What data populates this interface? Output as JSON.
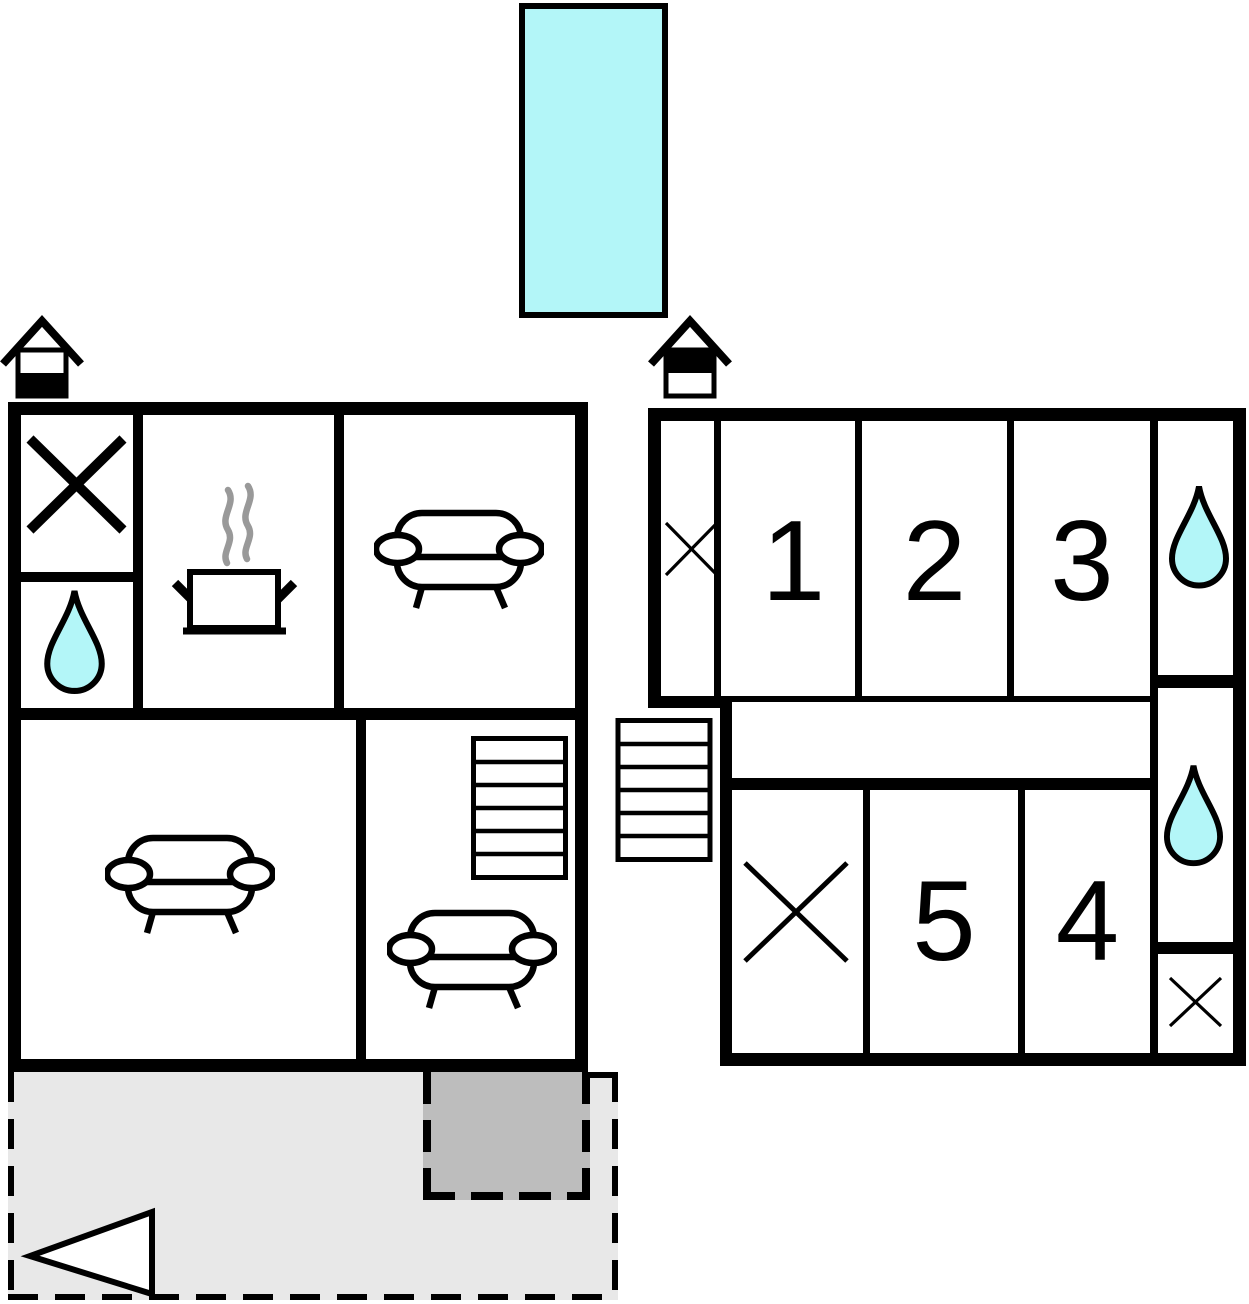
{
  "title": "Holiday home floor plan",
  "colors": {
    "wall": "#000000",
    "water": "#b3f6f8",
    "terrace": "#e8e8e8",
    "covered_terrace": "#bdbdbd",
    "steam": "#999999",
    "paper": "#ffffff"
  },
  "first_floor_rooms": [
    {
      "label": "1"
    },
    {
      "label": "2"
    },
    {
      "label": "3"
    },
    {
      "label": "5"
    },
    {
      "label": "4"
    }
  ],
  "icons": {
    "swimming-pool": "cyan rectangle",
    "ground-floor-house-icon": "house outline, lower half filled black",
    "upper-floor-house-icon": "house outline, upper half filled black",
    "water-drop-icon": "cyan teardrop (bathroom)",
    "cooking-pot-icon": "pot with rising steam (kitchen)",
    "sofa-icon": "couch seen from front (living area)",
    "staircase-icon": "rectangle with stair treads",
    "crossed-room-icon": "X mark (room not shown / closed)",
    "arrow-icon": "triangle pointing left (orientation arrow)"
  }
}
